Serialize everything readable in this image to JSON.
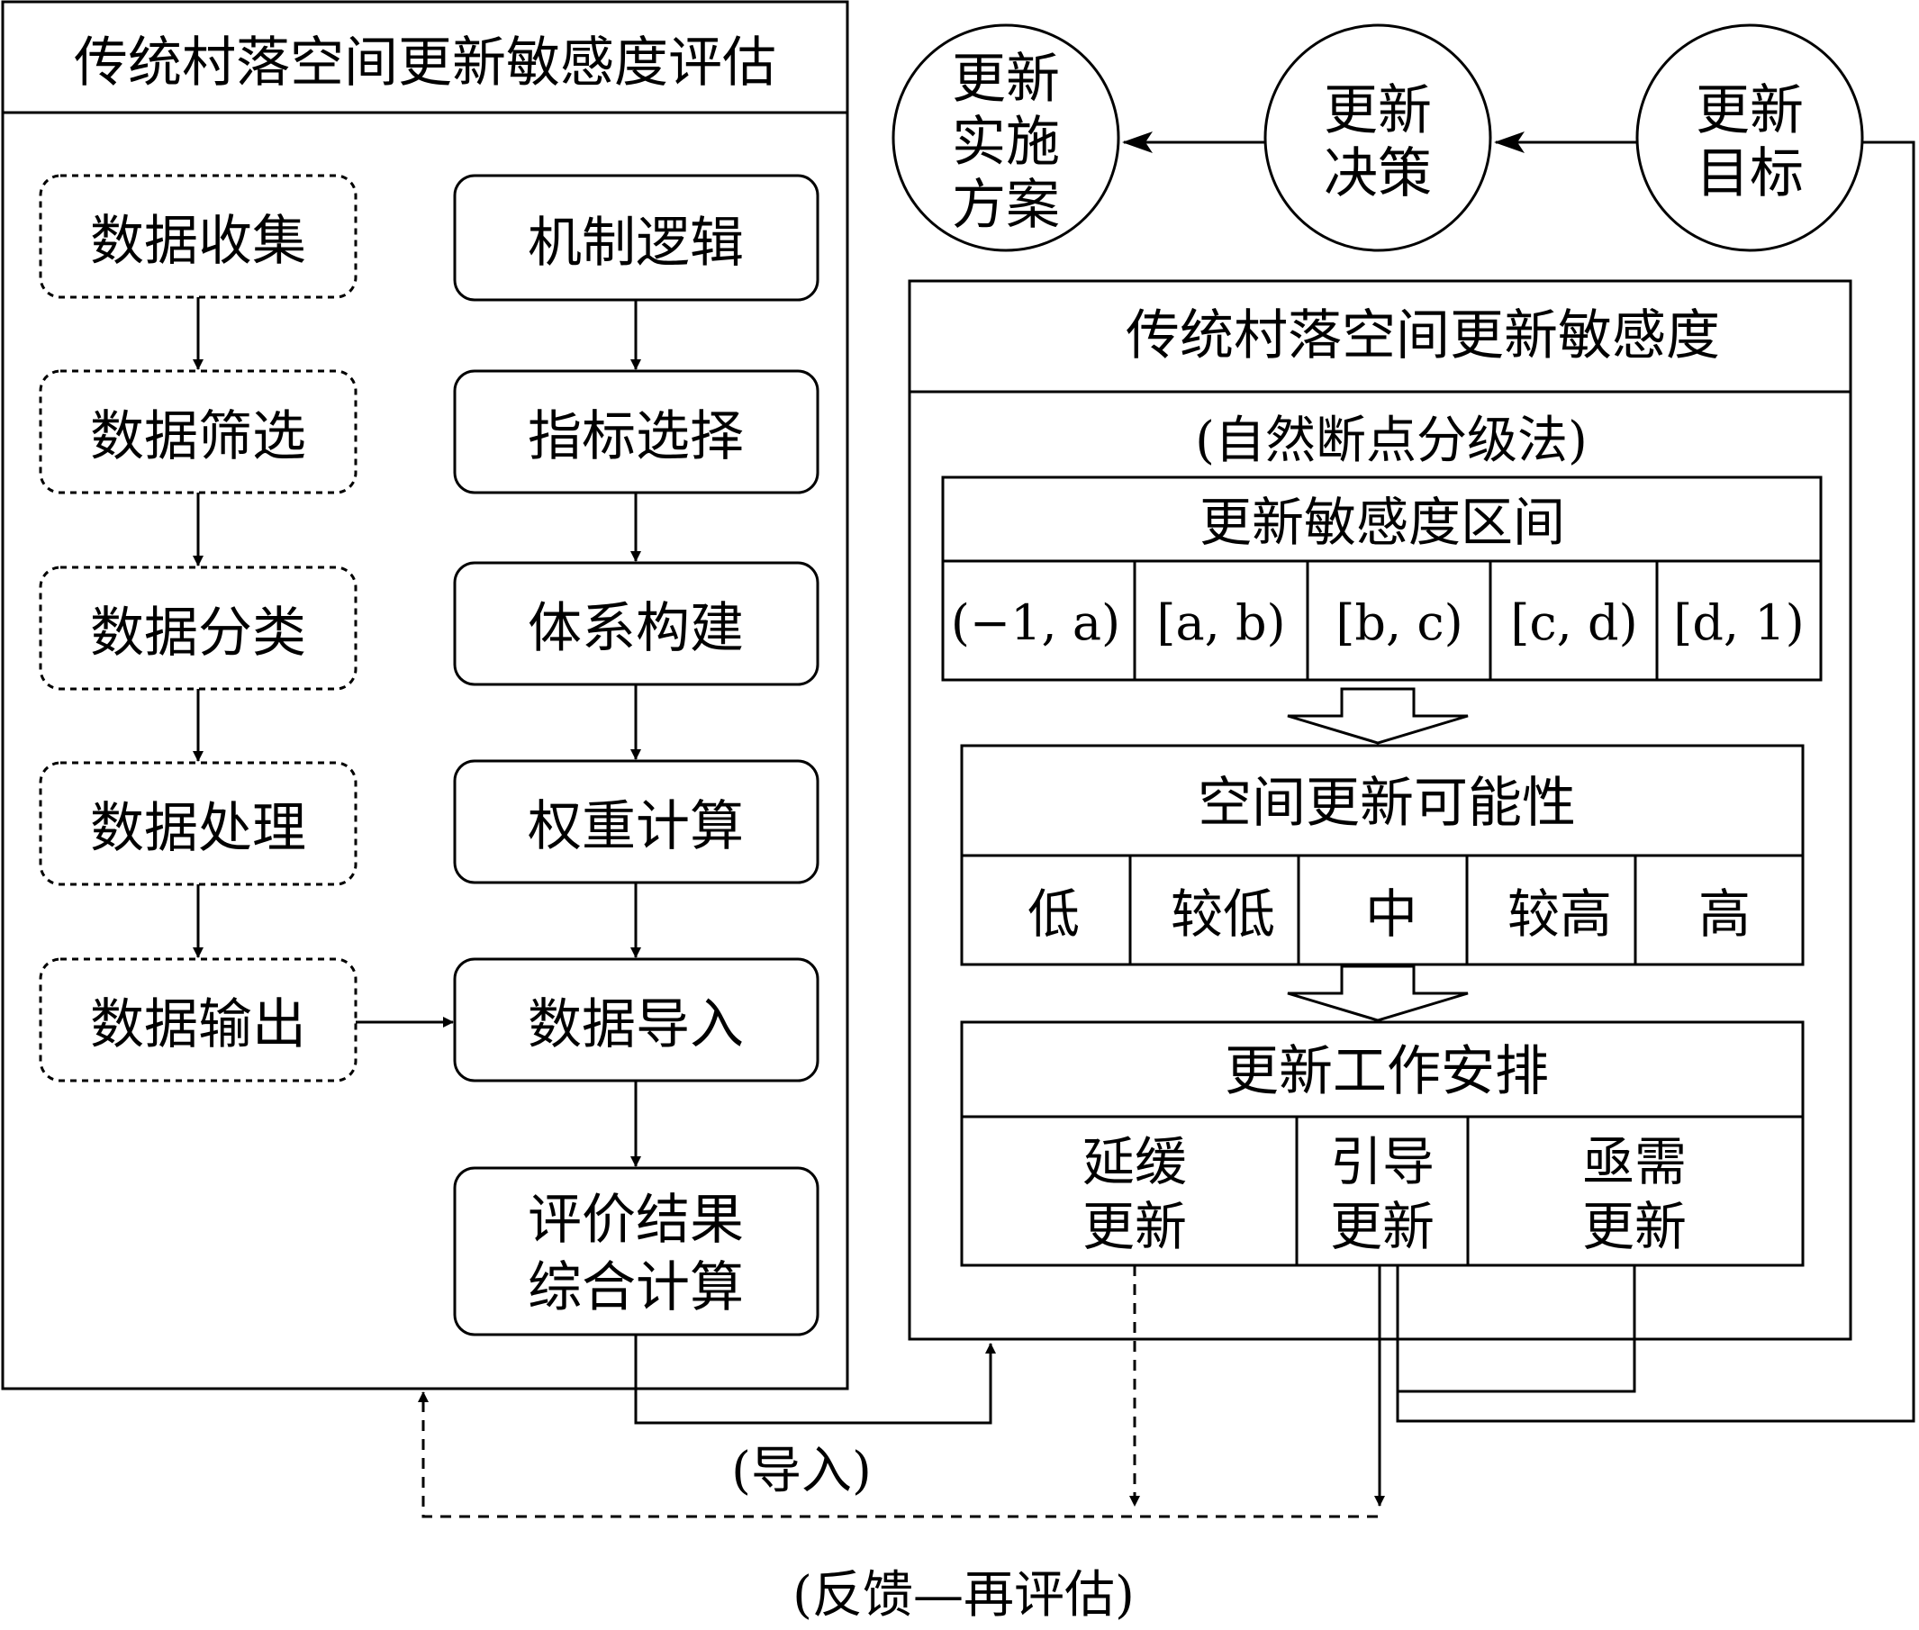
{
  "left_panel": {
    "title": "传统村落空间更新敏感度评估",
    "data_column": [
      "数据收集",
      "数据筛选",
      "数据分类",
      "数据处理",
      "数据输出"
    ],
    "method_column": [
      "机制逻辑",
      "指标选择",
      "体系构建",
      "权重计算",
      "数据导入"
    ],
    "result_box": {
      "line1": "评价结果",
      "line2": "综合计算"
    }
  },
  "circles": {
    "implementation": [
      "更新",
      "实施",
      "方案"
    ],
    "decision": [
      "更新",
      "决策"
    ],
    "target": [
      "更新",
      "目标"
    ]
  },
  "right_panel": {
    "title": "传统村落空间更新敏感度",
    "method": "(自然断点分级法)",
    "interval_table": {
      "header": "更新敏感度区间",
      "cells": [
        "(−1, a)",
        "[a, b)",
        "[b, c)",
        "[c, d)",
        "[d, 1)"
      ]
    },
    "possibility_table": {
      "header": "空间更新可能性",
      "cells": [
        "低",
        "较低",
        "中",
        "较高",
        "高"
      ]
    },
    "arrangement_table": {
      "header": "更新工作安排",
      "cells": [
        {
          "line1": "延缓",
          "line2": "更新"
        },
        {
          "line1": "引导",
          "line2": "更新"
        },
        {
          "line1": "亟需",
          "line2": "更新"
        }
      ]
    }
  },
  "labels": {
    "import": "(导入)",
    "feedback": "(反馈—再评估)"
  }
}
